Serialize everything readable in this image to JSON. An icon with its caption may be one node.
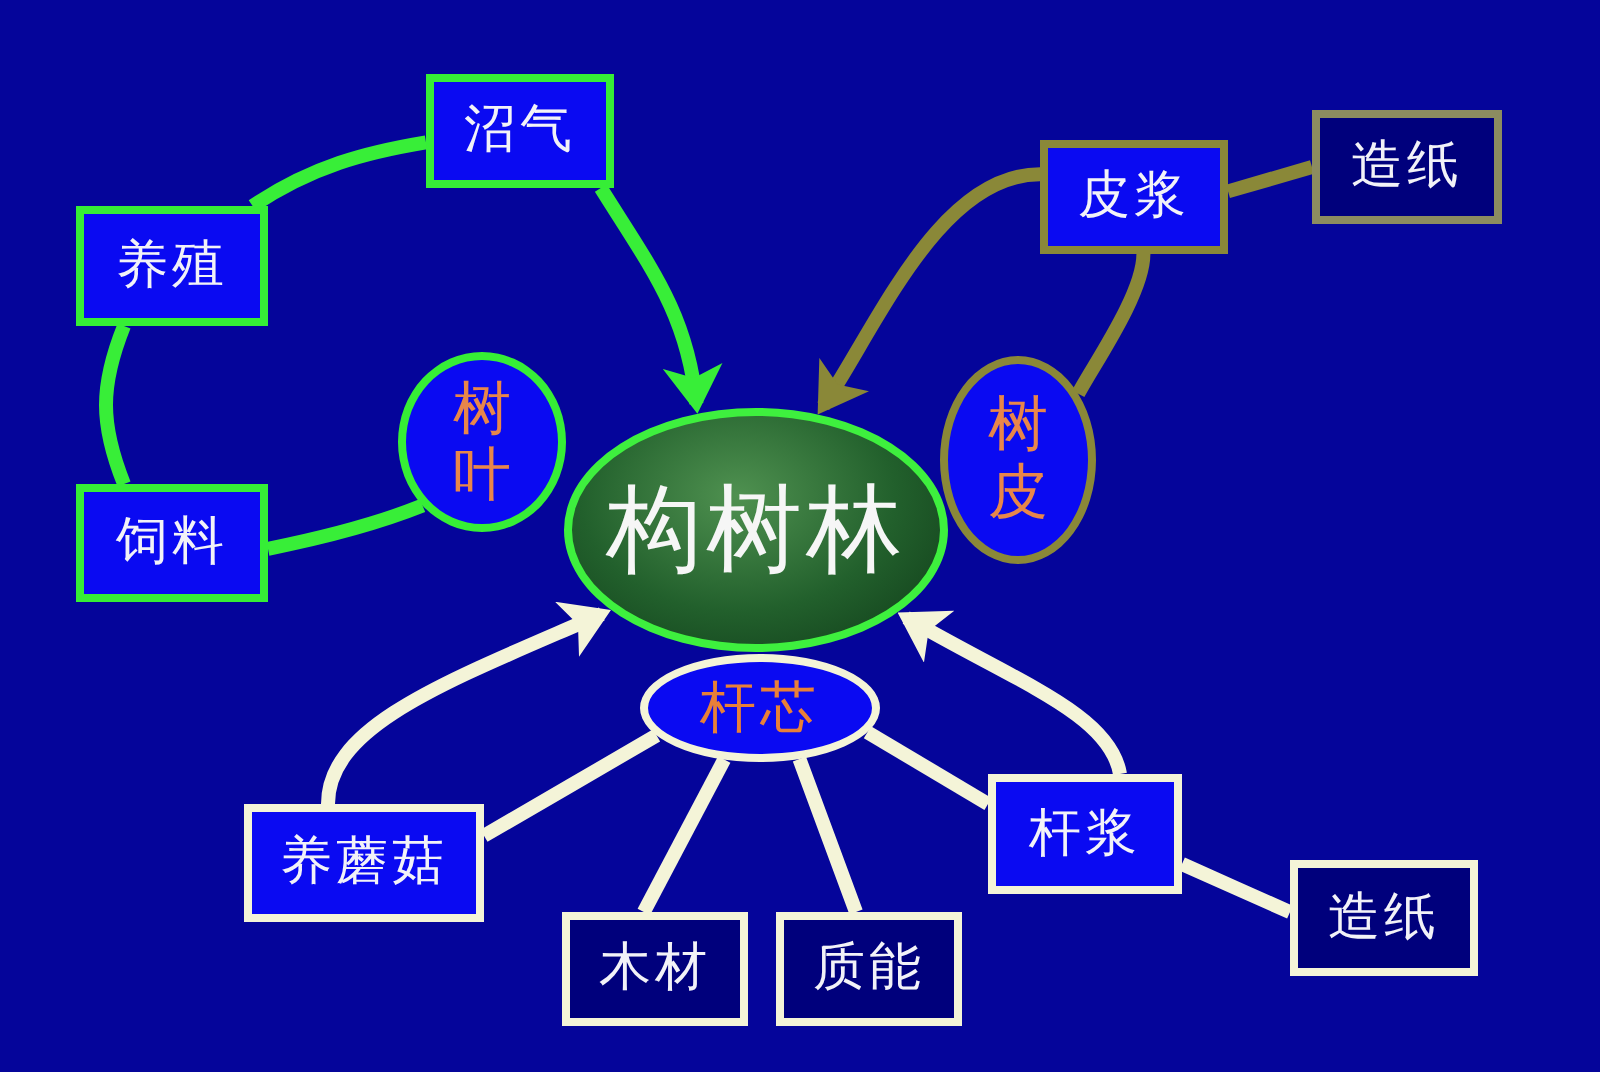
{
  "diagram": {
    "nodes": [
      {
        "text": [
          "沼气"
        ]
      },
      {
        "text": [
          "皮浆"
        ]
      },
      {
        "text": [
          "造纸"
        ]
      },
      {
        "text": [
          "养殖"
        ]
      },
      {
        "text": [
          "树叶"
        ]
      },
      {
        "text": [
          "构树林"
        ]
      },
      {
        "text": [
          "树皮"
        ]
      },
      {
        "text": [
          "饲料"
        ]
      },
      {
        "text": [
          "杆芯"
        ]
      },
      {
        "text": [
          "养蘑菇"
        ]
      },
      {
        "text": [
          "杆浆"
        ]
      },
      {
        "text": [
          "造纸"
        ]
      },
      {
        "text": [
          "木材"
        ]
      },
      {
        "text": [
          "质能"
        ]
      }
    ],
    "edges": [
      {
        "from": 0,
        "to": 5,
        "arrow": "to",
        "color": "#38ee38"
      },
      {
        "from": 3,
        "to": 0,
        "arrow": "none",
        "color": "#38ee38"
      },
      {
        "from": 3,
        "to": 7,
        "arrow": "none",
        "color": "#38ee38"
      },
      {
        "from": 7,
        "to": 4,
        "arrow": "none",
        "color": "#38ee38"
      },
      {
        "from": 1,
        "to": 5,
        "arrow": "to",
        "color": "#8a8838"
      },
      {
        "from": 1,
        "to": 2,
        "arrow": "none",
        "color": "#8a8838"
      },
      {
        "from": 1,
        "to": 6,
        "arrow": "none",
        "color": "#8a8838"
      },
      {
        "from": 9,
        "to": 5,
        "arrow": "to"
      },
      {
        "from": 8,
        "to": 9,
        "arrow": "none"
      },
      {
        "from": 8,
        "to": 12,
        "arrow": "none"
      },
      {
        "from": 8,
        "to": 13,
        "arrow": "none"
      },
      {
        "from": 8,
        "to": 10,
        "arrow": "none"
      },
      {
        "from": 10,
        "to": 5,
        "arrow": "to"
      },
      {
        "from": 10,
        "to": 11,
        "arrow": "none"
      }
    ]
  }
}
